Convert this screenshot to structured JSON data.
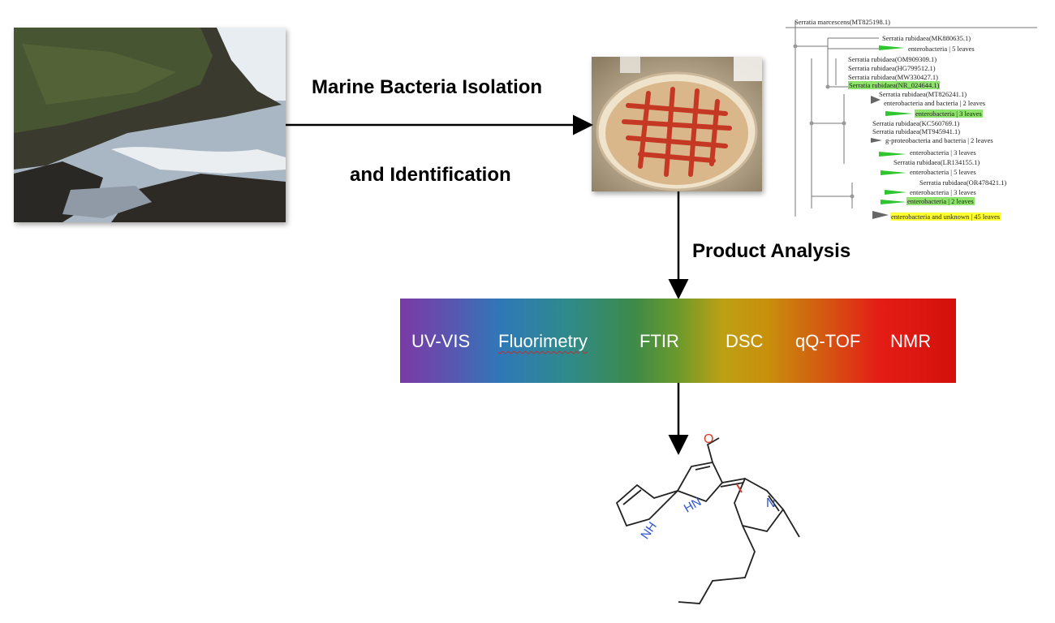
{
  "labels": {
    "isolation_line1": "Marine Bacteria Isolation",
    "isolation_line2": "and Identification",
    "product_analysis": "Product Analysis"
  },
  "techniques": [
    "UV-VIS",
    "Fluorimetry",
    "FTIR",
    "DSC",
    "qQ-TOF",
    "NMR"
  ],
  "tree": {
    "root": "Serratia marcescens(MT825198.1)",
    "leaves": [
      {
        "text": "Serratia rubidaea(MK880635.1)",
        "hl": ""
      },
      {
        "text": "enterobacteria | 5 leaves",
        "hl": ""
      },
      {
        "text": "Serratia rubidaea(OM909309.1)",
        "hl": ""
      },
      {
        "text": "Serratia rubidaea(HG799512.1)",
        "hl": ""
      },
      {
        "text": "Serratia rubidaea(MW330427.1)",
        "hl": ""
      },
      {
        "text": "Serratia rubidaea(NR_024644.1)",
        "hl": "green"
      },
      {
        "text": "Serratia rubidaea(MT826241.1)",
        "hl": ""
      },
      {
        "text": "enterobacteria and bacteria | 2 leaves",
        "hl": ""
      },
      {
        "text": "enterobacteria | 3 leaves",
        "hl": "green"
      },
      {
        "text": "Serratia rubidaea(KC560769.1)",
        "hl": ""
      },
      {
        "text": "Serratia rubidaea(MT945941.1)",
        "hl": ""
      },
      {
        "text": "g-proteobacteria and bacteria | 2 leaves",
        "hl": ""
      },
      {
        "text": "enterobacteria | 3 leaves",
        "hl": ""
      },
      {
        "text": "Serratia rubidaea(LR134155.1)",
        "hl": ""
      },
      {
        "text": "enterobacteria | 5 leaves",
        "hl": ""
      },
      {
        "text": "Serratia rubidaea(OR478421.1)",
        "hl": ""
      },
      {
        "text": "enterobacteria | 3 leaves",
        "hl": ""
      },
      {
        "text": "enterobacteria | 2 leaves",
        "hl": "green"
      },
      {
        "text": "enterobacteria and unknown | 45 leaves",
        "hl": "yellow"
      }
    ]
  },
  "molecule": {
    "atoms": [
      "O",
      "N",
      "HN",
      "NH"
    ]
  },
  "colors": {
    "plate_agar": "#d9b78a",
    "streak": "#c4321e",
    "sea": "#aeb8c4",
    "rock": "#2d2a26",
    "arrow": "#000000"
  }
}
